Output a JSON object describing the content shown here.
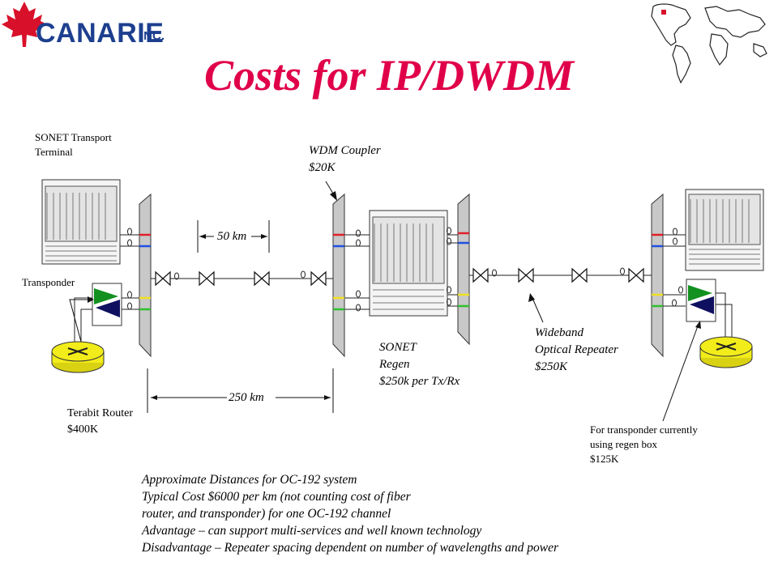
{
  "logo": {
    "name": "CANARIE",
    "suffix": "INC."
  },
  "title": "Costs for IP/DWDM",
  "labels": {
    "sonet_terminal": [
      "SONET Transport",
      "Terminal"
    ],
    "transponder": "Transponder",
    "wdm_coupler": [
      "WDM Coupler",
      "$20K"
    ],
    "span_50": "50 km",
    "span_250": "250 km",
    "terabit_router": [
      "Terabit Router",
      "$400K"
    ],
    "sonet_regen": [
      "SONET",
      "Regen",
      "$250k per Tx/Rx"
    ],
    "wideband_repeater": [
      "Wideband",
      "Optical Repeater",
      "$250K"
    ],
    "transponder_note": [
      "For transponder currently",
      "using regen box",
      "$125K"
    ]
  },
  "notes": [
    "Approximate Distances for  OC-192  system",
    "Typical Cost $6000 per km  (not counting cost of fiber",
    "router, and transponder) for one OC-192 channel",
    "Advantage – can support multi-services  and well known  technology",
    "Disadvantage – Repeater spacing dependent on number of wavelengths and power"
  ],
  "colors": {
    "title": "#e0004a",
    "logo": "#1d3f8f",
    "leaf": "#d8102a",
    "lambda_red": "#e0202a",
    "lambda_blue": "#2050e0",
    "lambda_yellow": "#f0e020",
    "lambda_green": "#30c030",
    "router": "#f2ec1a",
    "transponder_green": "#129020",
    "transponder_navy": "#101060"
  }
}
